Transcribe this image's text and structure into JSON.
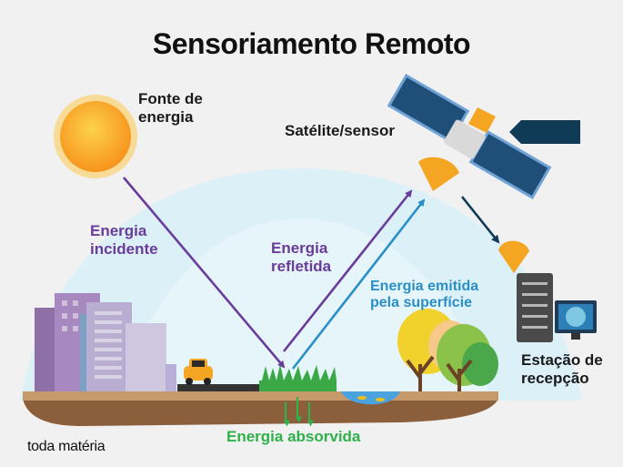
{
  "title": "Sensoriamento Remoto",
  "labels": {
    "energy_source": "Fonte de\nenergia",
    "satellite": "Satélite/sensor",
    "incident": "Energia\nincidente",
    "reflected": "Energia\nrefletida",
    "emitted": "Energia emitida\npela superfície",
    "absorbed": "Energia absorvida",
    "station": "Estação de\nrecepção"
  },
  "brand": "toda matéria",
  "colors": {
    "background": "#f1f1f1",
    "sky": "#dff1f8",
    "incident_arrow": "#6a3c9c",
    "reflected_arrow": "#6a3c9c",
    "emitted_arrow": "#2a8fc7",
    "absorbed_arrow": "#2fb24a",
    "downlink_arrow": "#0f3b57",
    "sun": "#f7941d",
    "ground": "#8b5e3c"
  }
}
